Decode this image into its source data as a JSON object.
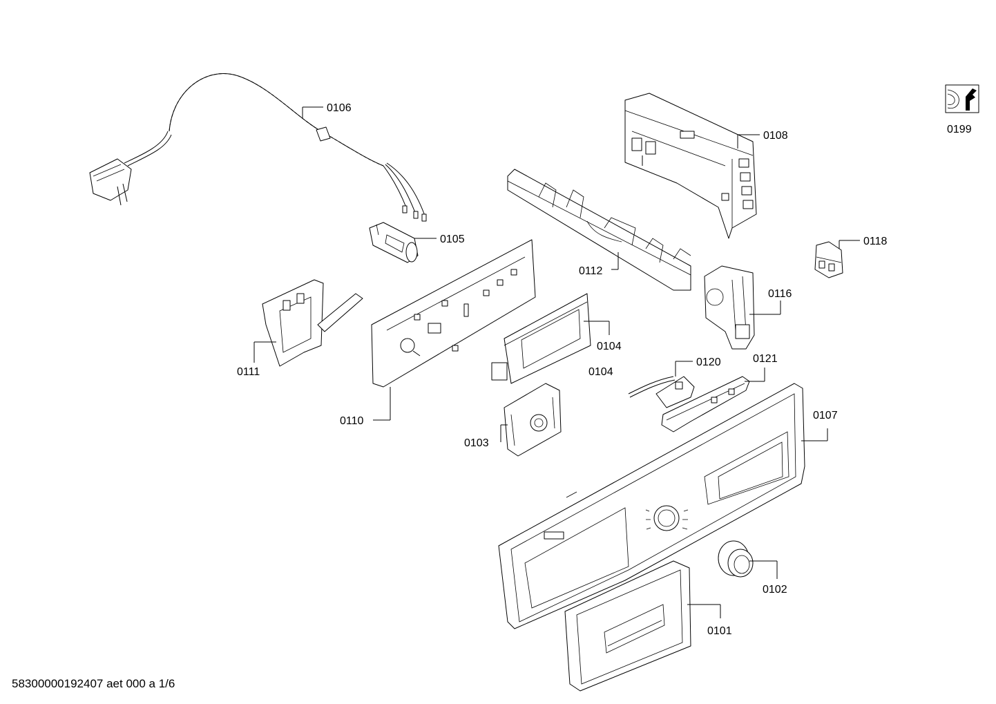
{
  "labels": {
    "p0106": "0106",
    "p0108": "0108",
    "p0199": "0199",
    "p0105": "0105",
    "p0118": "0118",
    "p0112": "0112",
    "p0116": "0116",
    "p0111": "0111",
    "p0104a": "0104",
    "p0104b": "0104",
    "p0120": "0120",
    "p0121": "0121",
    "p0110": "0110",
    "p0107": "0107",
    "p0103": "0103",
    "p0102": "0102",
    "p0101": "0101"
  },
  "footer": "58300000192407 aet 000 a 1/6",
  "icons": {
    "service": "wrench-service-icon"
  }
}
